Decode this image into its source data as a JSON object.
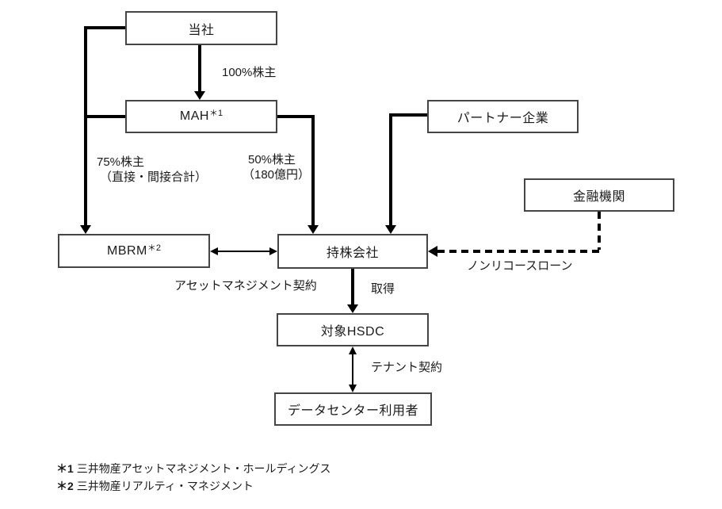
{
  "diagram": {
    "nodes": {
      "company": "当社",
      "mah": "MAH",
      "mah_sup": "＊1",
      "partner": "パートナー企業",
      "financial": "金融機関",
      "mbrm": "MBRM",
      "mbrm_sup": "＊2",
      "holding": "持株会社",
      "target": "対象HSDC",
      "dc_users": "データセンター利用者"
    },
    "edge_labels": {
      "shareholder_100": "100%株主",
      "shareholder_75_line1": "75%株主",
      "shareholder_75_line2": "（直接・間接合計）",
      "shareholder_50_line1": "50%株主",
      "shareholder_50_line2": "（180億円）",
      "asset_mgmt_contract": "アセットマネジメント契約",
      "nonrecourse_loan": "ノンリコースローン",
      "acquisition": "取得",
      "tenant_contract": "テナント契約"
    },
    "footnotes": [
      {
        "marker": "＊1",
        "text": "三井物産アセットマネジメント・ホールディングス"
      },
      {
        "marker": "＊2",
        "text": "三井物産リアルティ・マネジメント"
      }
    ],
    "colors": {
      "line": "#000000",
      "box_border": "#454545",
      "text": "#1a1a1a",
      "background": "#ffffff"
    }
  }
}
